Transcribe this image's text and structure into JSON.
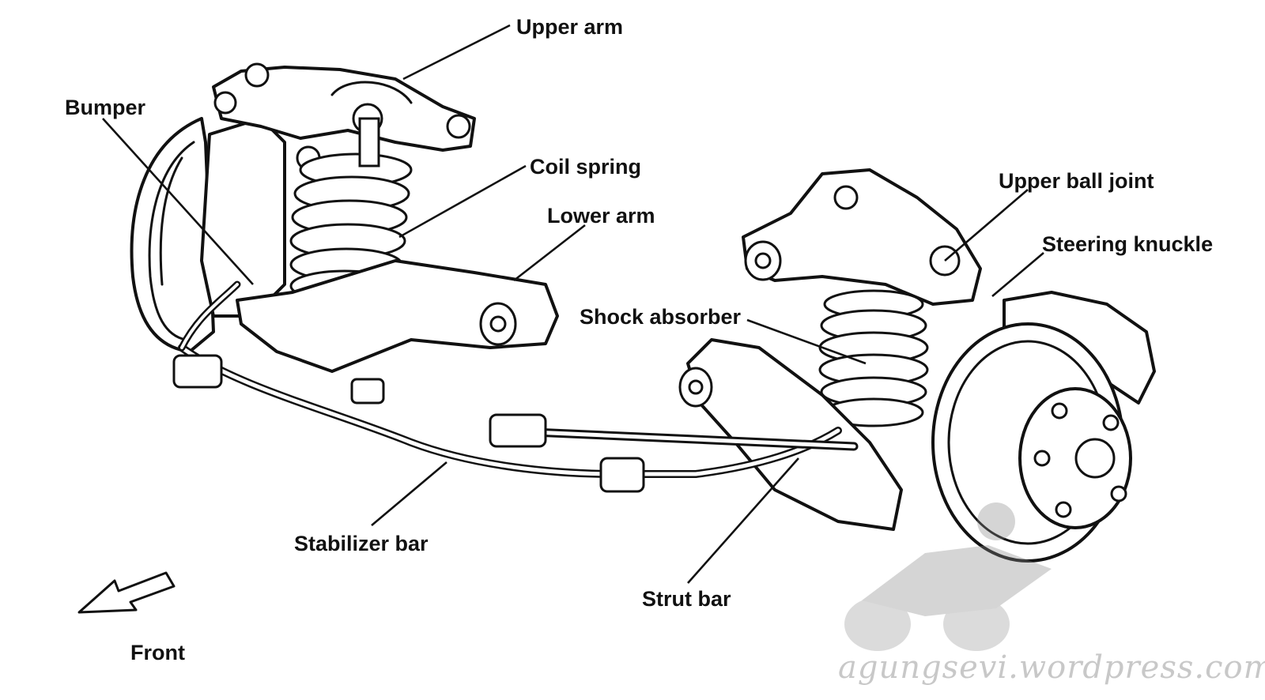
{
  "labels": {
    "upper_arm": "Upper arm",
    "bumper": "Bumper",
    "coil_spring": "Coil spring",
    "lower_arm": "Lower arm",
    "upper_ball_joint": "Upper ball joint",
    "steering_knuckle": "Steering knuckle",
    "shock_absorber": "Shock absorber",
    "stabilizer_bar": "Stabilizer bar",
    "strut_bar": "Strut bar",
    "front": "Front"
  },
  "watermark": "agungsevi.wordpress.com",
  "colors": {
    "ink": "#111111",
    "background": "#ffffff",
    "watermark": "#c8c8c8"
  },
  "icons": {
    "front_arrow": "arrow-front-left-icon"
  }
}
